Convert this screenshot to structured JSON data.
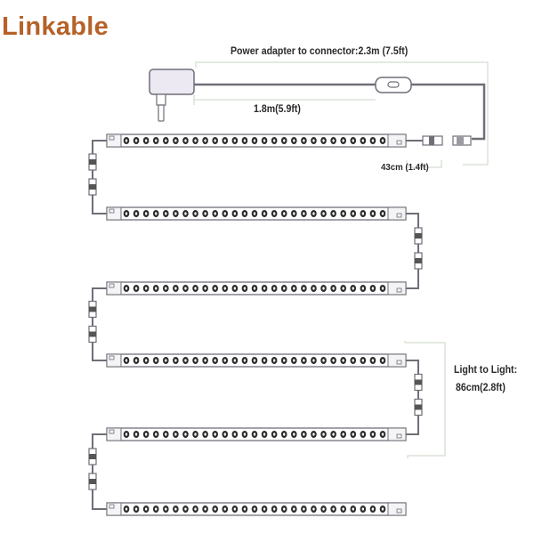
{
  "title": "Linkable",
  "labels": {
    "power_to_connector": "Power adapter to connector:2.3m (7.5ft)",
    "adapter_cable": "1.8m(5.9ft)",
    "connector_lead": "43cm (1.4ft)",
    "light_to_light_line1": "Light to Light:",
    "light_to_light_line2": "86cm(2.8ft)"
  },
  "diagram": {
    "strip_count": 6,
    "leds_per_strip": 27,
    "components": [
      "power-adapter",
      "inline-switch",
      "dc-connector",
      "led-light-bar",
      "link-cable"
    ],
    "colors": {
      "title": "#b5622a",
      "outline": "#6f6f78",
      "led": "#2d2d2d",
      "dimension_line": "#c9d4c4"
    }
  }
}
